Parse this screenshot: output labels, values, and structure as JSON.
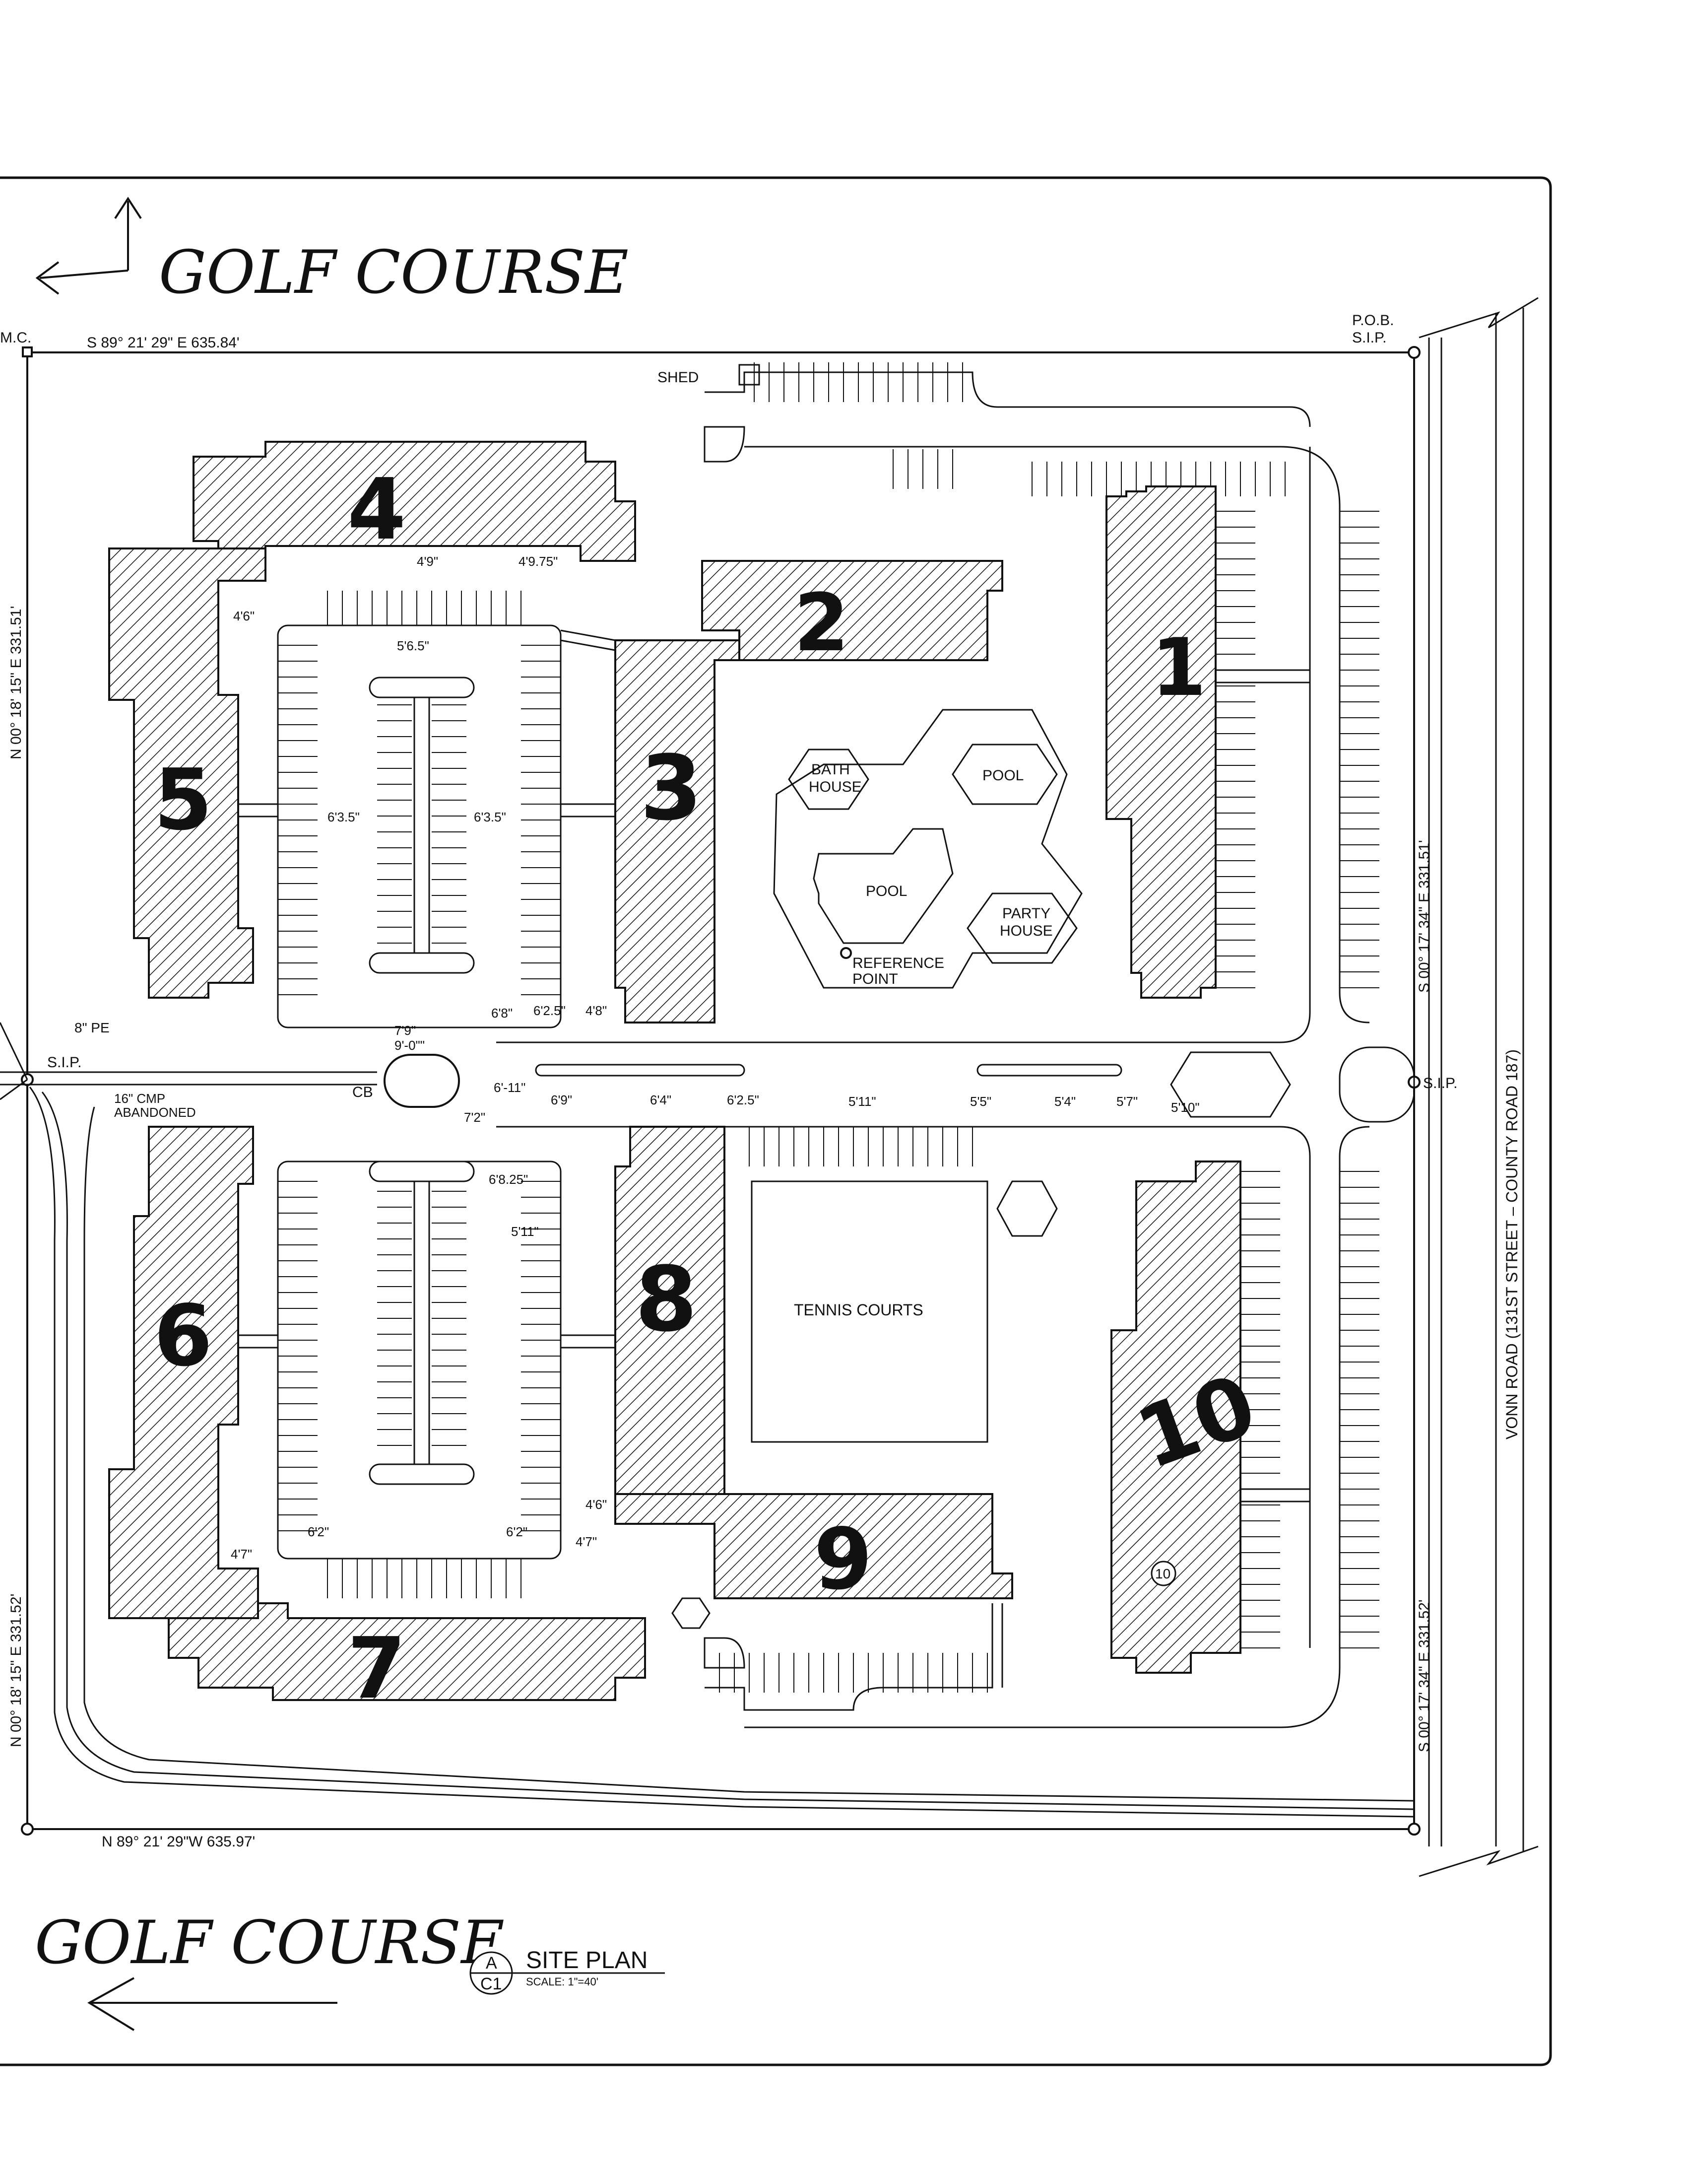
{
  "annotations": {
    "golf_course_top": "GOLF COURSE",
    "golf_course_bottom": "GOLF COURSE"
  },
  "survey": {
    "corner_nw": "M.C.",
    "pob": "P.O.B.",
    "sip_ne": "S.I.P.",
    "sip_w": "S.I.P.",
    "sip_e": "S.I.P.",
    "bearing_north": "S 89° 21' 29\" E 635.84'",
    "bearing_south": "N 89° 21' 29\"W 635.97'",
    "bearing_west_top": "N 00° 18' 15\" E 331.51'",
    "bearing_west_bottom": "N 00° 18' 15\" E 331.52'",
    "bearing_east_top": "S 00° 17' 34\" E 331.51'",
    "bearing_east_bottom": "S 00° 17' 34\" E 331.52'",
    "road": "VONN ROAD (131ST STREET – COUNTY ROAD 187)",
    "pipe_pe": "8\" PE",
    "pipe_cmp_1": "16\" CMP",
    "pipe_cmp_2": "ABANDONED",
    "cb": "CB"
  },
  "site": {
    "shed": "SHED",
    "bath_house_1": "BATH",
    "bath_house_2": "HOUSE",
    "pool_1": "POOL",
    "pool_2": "POOL",
    "party_house_1": "PARTY",
    "party_house_2": "HOUSE",
    "reference_point_1": "REFERENCE",
    "reference_point_2": "POINT",
    "tennis": "TENNIS COURTS",
    "circle_10": "10"
  },
  "buildings": [
    "1",
    "2",
    "3",
    "4",
    "5",
    "6",
    "7",
    "8",
    "9",
    "10"
  ],
  "heights": {
    "h_4_9": "4'9\"",
    "h_4_975": "4'9.75\"",
    "h_4_6_top": "4'6\"",
    "h_5_65": "5'6.5\"",
    "h_635_left": "6'3.5\"",
    "h_635_right": "6'3.5\"",
    "h_68": "6'8\"",
    "h_625_a": "6'2.5\"",
    "h_4_8": "4'8\"",
    "h_79": "7'9\"",
    "h_90": "9'-0\"\"",
    "h_611": "6'-11\"",
    "h_72": "7'2\"",
    "h_69": "6'9\"",
    "h_64": "6'4\"",
    "h_625_b": "6'2.5\"",
    "h_511": "5'11\"",
    "h_55": "5'5\"",
    "h_54": "5'4\"",
    "h_57": "5'7\"",
    "h_510": "5'10\"",
    "h_6825": "6'8.25\"",
    "h_511b": "5'11\"",
    "h_4_6_bot": "4'6\"",
    "h_4_7_left": "4'7\"",
    "h_4_7_right": "4'7\"",
    "h_62_left": "6'2\"",
    "h_62_right": "6'2\""
  },
  "title_block": {
    "detail": "A",
    "sheet": "C1",
    "title": "SITE PLAN",
    "scale": "SCALE: 1\"=40'"
  }
}
